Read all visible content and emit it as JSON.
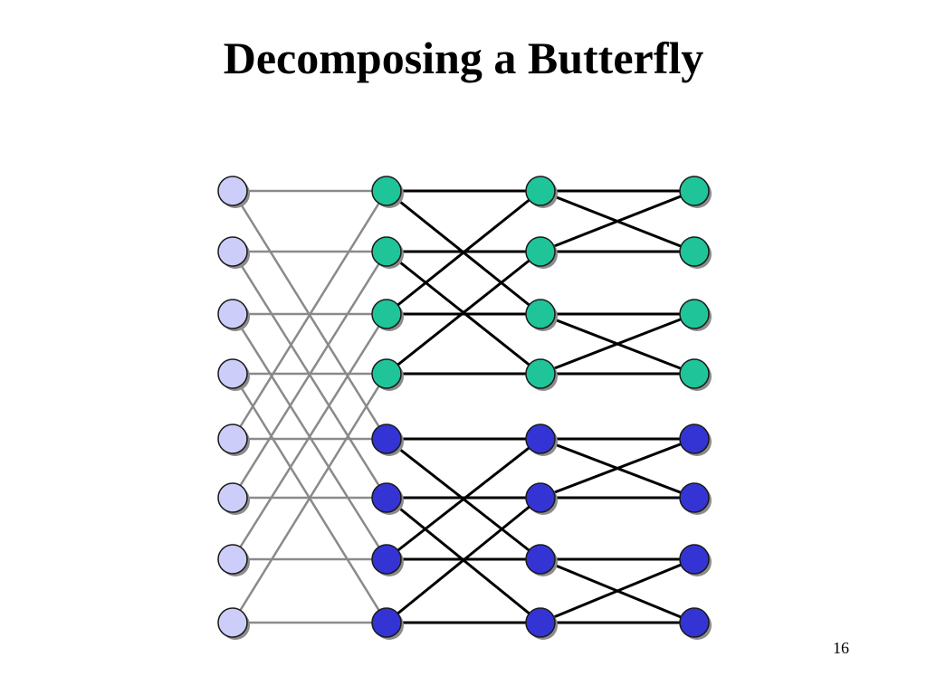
{
  "slide": {
    "title": "Decomposing a Butterfly",
    "page_number": "16"
  },
  "diagram": {
    "columns": 4,
    "rows": 8,
    "colors": {
      "input_node": "#cdcdfa",
      "upper_node": "#1fc499",
      "lower_node": "#3434d4",
      "input_edge": "#8a8a8a",
      "edge": "#000000",
      "node_outline": "#1a1a1a",
      "node_shadow": "#8c8c8c"
    },
    "stages": [
      {
        "from_column": 0,
        "to_column": 1,
        "edge_color": "input_edge",
        "edges": [
          [
            0,
            0
          ],
          [
            0,
            4
          ],
          [
            1,
            1
          ],
          [
            1,
            5
          ],
          [
            2,
            2
          ],
          [
            2,
            6
          ],
          [
            3,
            3
          ],
          [
            3,
            7
          ],
          [
            4,
            4
          ],
          [
            4,
            0
          ],
          [
            5,
            5
          ],
          [
            5,
            1
          ],
          [
            6,
            6
          ],
          [
            6,
            2
          ],
          [
            7,
            7
          ],
          [
            7,
            3
          ]
        ]
      },
      {
        "from_column": 1,
        "to_column": 2,
        "edge_color": "edge",
        "edges": [
          [
            0,
            0
          ],
          [
            0,
            2
          ],
          [
            1,
            1
          ],
          [
            1,
            3
          ],
          [
            2,
            2
          ],
          [
            2,
            0
          ],
          [
            3,
            3
          ],
          [
            3,
            1
          ],
          [
            4,
            4
          ],
          [
            4,
            6
          ],
          [
            5,
            5
          ],
          [
            5,
            7
          ],
          [
            6,
            6
          ],
          [
            6,
            4
          ],
          [
            7,
            7
          ],
          [
            7,
            5
          ]
        ]
      },
      {
        "from_column": 2,
        "to_column": 3,
        "edge_color": "edge",
        "edges": [
          [
            0,
            0
          ],
          [
            0,
            1
          ],
          [
            1,
            1
          ],
          [
            1,
            0
          ],
          [
            2,
            2
          ],
          [
            2,
            3
          ],
          [
            3,
            3
          ],
          [
            3,
            2
          ],
          [
            4,
            4
          ],
          [
            4,
            5
          ],
          [
            5,
            5
          ],
          [
            5,
            4
          ],
          [
            6,
            6
          ],
          [
            6,
            7
          ],
          [
            7,
            7
          ],
          [
            7,
            6
          ]
        ]
      }
    ],
    "node_color_by_column_and_half": [
      [
        "input_node",
        "input_node"
      ],
      [
        "upper_node",
        "lower_node"
      ],
      [
        "upper_node",
        "lower_node"
      ],
      [
        "upper_node",
        "lower_node"
      ]
    ]
  }
}
